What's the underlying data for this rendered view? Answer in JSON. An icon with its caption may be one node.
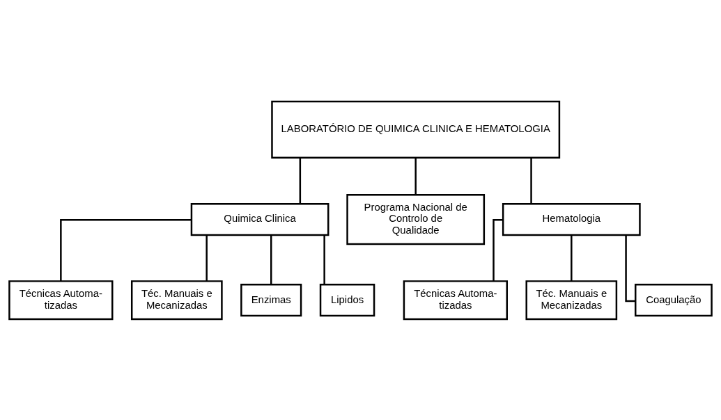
{
  "diagram": {
    "nodes": [
      {
        "text": [
          "LABORATÓRIO DE QUIMICA CLINICA E HEMATOLOGIA"
        ]
      },
      {
        "text": [
          "Quimica Clinica"
        ]
      },
      {
        "text": [
          "Programa Nacional de Controlo de Qualidade"
        ]
      },
      {
        "text": [
          "Hematologia"
        ]
      },
      {
        "text": [
          "Técnicas Automa- tizadas"
        ]
      },
      {
        "text": [
          "Téc. Manuais e Mecanizadas"
        ]
      },
      {
        "text": [
          "Enzimas"
        ]
      },
      {
        "text": [
          "Lipidos"
        ]
      },
      {
        "text": [
          "Técnicas Automa- tizadas"
        ]
      },
      {
        "text": [
          "Téc. Manuais e Mecanizadas"
        ]
      },
      {
        "text": [
          "Coagulação"
        ]
      }
    ],
    "edges": [
      {
        "from": 0,
        "to": 1,
        "arrow": "none"
      },
      {
        "from": 0,
        "to": 2,
        "arrow": "none"
      },
      {
        "from": 0,
        "to": 3,
        "arrow": "none"
      },
      {
        "from": 1,
        "to": 4,
        "arrow": "none"
      },
      {
        "from": 1,
        "to": 5,
        "arrow": "none"
      },
      {
        "from": 1,
        "to": 6,
        "arrow": "none"
      },
      {
        "from": 1,
        "to": 7,
        "arrow": "none"
      },
      {
        "from": 3,
        "to": 8,
        "arrow": "none"
      },
      {
        "from": 3,
        "to": 9,
        "arrow": "none"
      },
      {
        "from": 3,
        "to": 10,
        "arrow": "none"
      }
    ]
  }
}
